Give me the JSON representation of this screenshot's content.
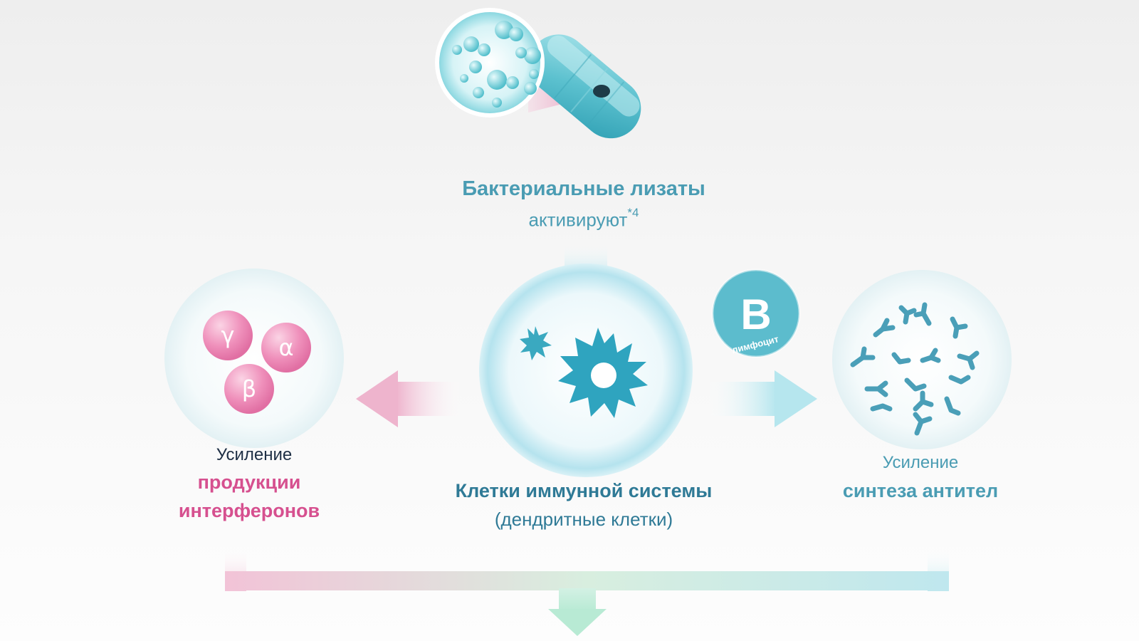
{
  "top": {
    "title": "Бактериальные лизаты",
    "subtitle": "активируют",
    "footnote": "*4"
  },
  "center": {
    "title": "Клетки иммунной системы",
    "subtitle": "(дендритные клетки)"
  },
  "left": {
    "line1": "Усиление",
    "line2": "продукции",
    "line3": "интерферонов",
    "interferons": [
      "γ",
      "α",
      "β"
    ]
  },
  "right": {
    "line1": "Усиление",
    "line2": "синтеза антител"
  },
  "badge": {
    "letter": "B",
    "label": "лимфоцит"
  },
  "colors": {
    "teal": "#4a9cb3",
    "pink": "#d6508f",
    "dark_blue": "#2f7a96",
    "navy": "#1e2f45",
    "arrow_pink": "#f0bcd3",
    "arrow_teal": "#bfe8ef",
    "arrow_mint": "#c8efdf"
  }
}
